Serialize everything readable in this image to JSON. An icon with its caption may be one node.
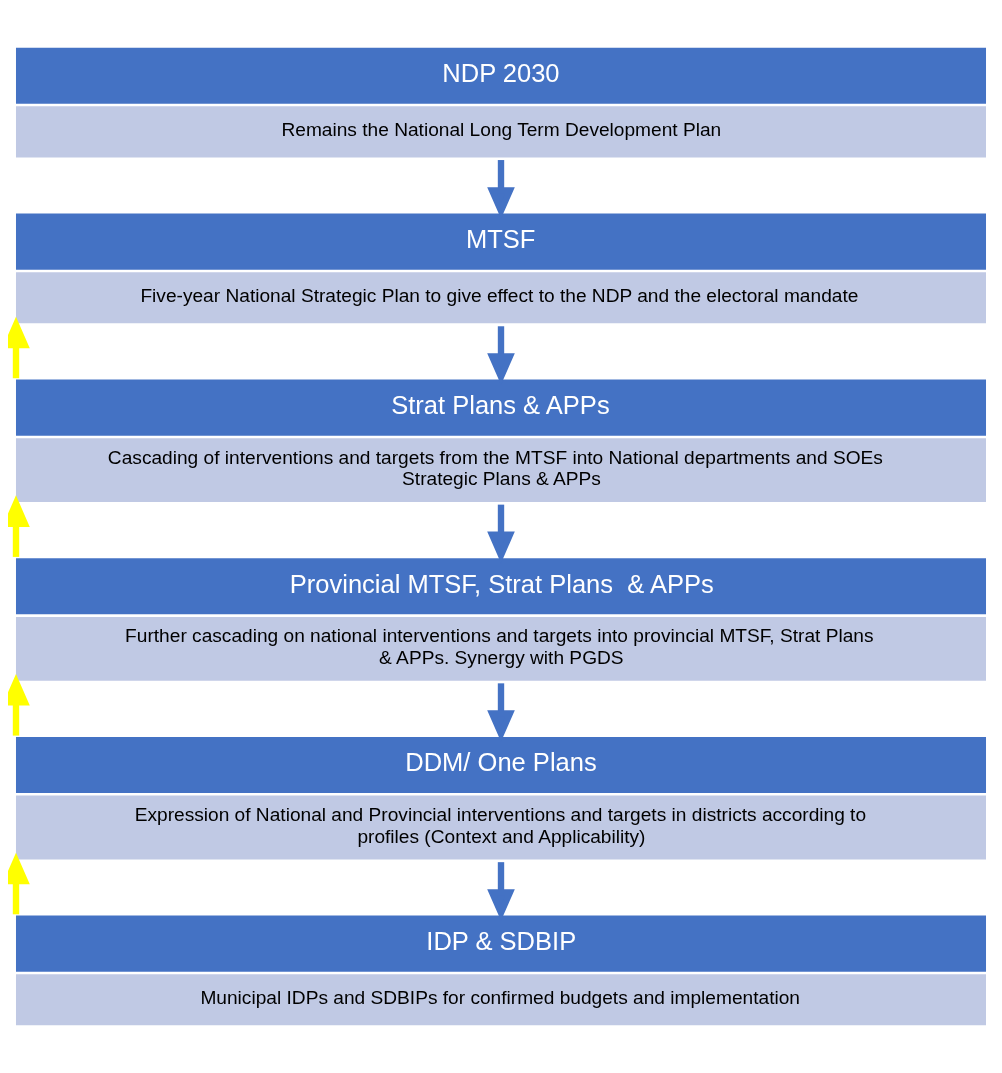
{
  "diagram": {
    "nodes": [
      {
        "text": [
          "NDP 2030",
          "Remains the National Long Term Development Plan"
        ]
      },
      {
        "text": [
          "MTSF",
          "Five-year National Strategic Plan to give effect to the NDP and the electoral mandate"
        ]
      },
      {
        "text": [
          "Strat Plans & APPs",
          "Cascading of interventions and targets from the MTSF into National departments and SOEs  Strategic Plans & APPs"
        ]
      },
      {
        "text": [
          "Provincial MTSF, Strat Plans  & APPs",
          "Further cascading on national interventions and targets into provincial MTSF, Strat Plans & APPs. Synergy with PGDS"
        ]
      },
      {
        "text": [
          "DDM/ One Plans",
          "Expression of National and Provincial interventions and targets in districts according to profiles (Context and Applicability)"
        ]
      },
      {
        "text": [
          "IDP & SDBIP",
          "Municipal IDPs and SDBIPs for confirmed budgets and implementation"
        ]
      }
    ],
    "edges": [
      {
        "from": 0,
        "to": 1,
        "arrow": "to"
      },
      {
        "from": 1,
        "to": 2,
        "arrow": "to"
      },
      {
        "from": 2,
        "to": 3,
        "arrow": "to"
      },
      {
        "from": 3,
        "to": 4,
        "arrow": "to"
      },
      {
        "from": 4,
        "to": 5,
        "arrow": "to"
      },
      {
        "from": 2,
        "to": 1,
        "arrow": "to",
        "color": "#ffff00"
      },
      {
        "from": 3,
        "to": 2,
        "arrow": "to",
        "color": "#ffff00"
      },
      {
        "from": 4,
        "to": 3,
        "arrow": "to",
        "color": "#ffff00"
      },
      {
        "from": 5,
        "to": 4,
        "arrow": "to",
        "color": "#ffff00"
      }
    ]
  }
}
